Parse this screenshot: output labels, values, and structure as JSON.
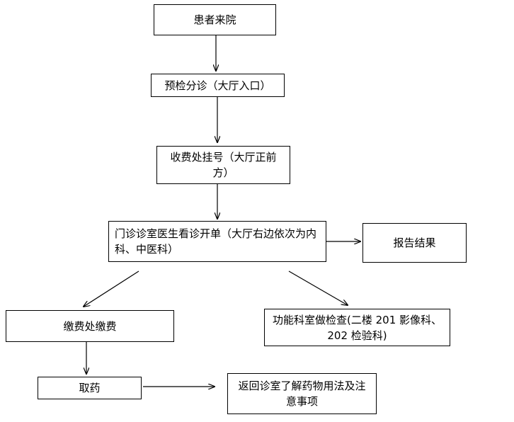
{
  "nodes": {
    "arrive": "患者来院",
    "triage": "预检分诊（大厅入口）",
    "register": "收费处挂号（大厅正前方）",
    "outpatient": "门诊诊室医生看诊开单（大厅右边依次为内科、中医科）",
    "report": "报告结果",
    "pay": "缴费处缴费",
    "exam": "功能科室做检查(二楼 201 影像科、202 检验科)",
    "medicine": "取药",
    "return": "返回诊室了解药物用法及注意事项"
  }
}
